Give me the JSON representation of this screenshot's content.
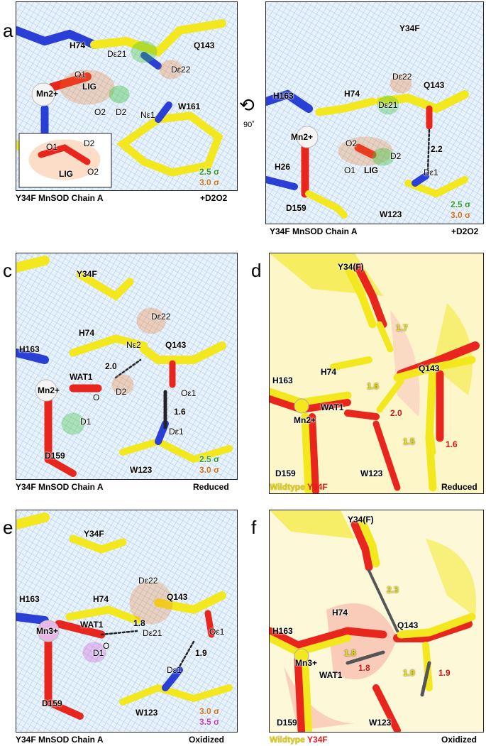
{
  "panels": {
    "a": {
      "letter": "a",
      "labels": {
        "h74": "H74",
        "q143": "Q143",
        "de21": "Dε21",
        "de22": "Dε22",
        "o1": "O1",
        "lig": "LIG",
        "mn": "Mn2+",
        "o2": "O2",
        "d2": "D2",
        "ne1": "Nε1",
        "w161": "W161"
      },
      "inset": {
        "o1": "O1",
        "d2": "D2",
        "lig": "LIG",
        "o2": "O2"
      },
      "sigma": [
        "2.5 σ",
        "3.0 σ"
      ],
      "caption_left": "Y34F MnSOD Chain A",
      "caption_right": "+D2O2"
    },
    "b": {
      "letter": "b",
      "rotation": "90˚",
      "labels": {
        "y34f": "Y34F",
        "h163": "H163",
        "h74": "H74",
        "q143": "Q143",
        "de22": "Dε22",
        "de21": "Dε21",
        "mn": "Mn2+",
        "o2": "O2",
        "d2": "D2",
        "o1": "O1",
        "lig": "LIG",
        "dist": "2.2",
        "de1": "Dε1",
        "h26": "H26",
        "d159": "D159",
        "w123": "W123"
      },
      "sigma": [
        "2.5 σ",
        "3.0 σ"
      ],
      "caption_left": "Y34F MnSOD Chain A",
      "caption_right": "+D2O2"
    },
    "c": {
      "letter": "c",
      "labels": {
        "y34f": "Y34F",
        "de22": "Dε22",
        "h74": "H74",
        "ne2": "Nε2",
        "q143": "Q143",
        "h163": "H163",
        "wat1": "WAT1",
        "d2_dist": "2.0",
        "mn": "Mn2+",
        "o": "O",
        "d2": "D2",
        "oe1": "Oε1",
        "d1": "D1",
        "dist2": "1.6",
        "de1": "Dε1",
        "d159": "D159",
        "w123": "W123"
      },
      "sigma": [
        "2.5 σ",
        "3.0 σ"
      ],
      "caption_left": "Y34F MnSOD Chain A",
      "caption_right": "Reduced"
    },
    "d": {
      "letter": "d",
      "labels": {
        "y34": "Y34(F)",
        "q143": "Q143",
        "h74": "H74",
        "h163": "H163",
        "wat1": "WAT1",
        "mn": "Mn2+",
        "d159": "D159",
        "w123": "W123"
      },
      "distances": {
        "wt_top": "1.7",
        "wt_mid": "1.6",
        "y_mid": "2.0",
        "wt_bot": "1.5",
        "y_bot": "1.6"
      },
      "caption_wt": "Wildtype",
      "caption_y": "Y34F",
      "caption_right": "Reduced"
    },
    "e": {
      "letter": "e",
      "labels": {
        "y34f": "Y34F",
        "de22": "Dε22",
        "h163": "H163",
        "h74": "H74",
        "q143": "Q143",
        "wat1": "WAT1",
        "dist1": "1.8",
        "mn": "Mn3+",
        "o": "O",
        "de21": "Dε21",
        "oe1": "Oε1",
        "d1": "D1",
        "dist2": "1.9",
        "de1": "Dε1",
        "d159": "D159",
        "w123": "W123"
      },
      "sigma": [
        "3.0 σ",
        "3.5 σ"
      ],
      "caption_left": "Y34F MnSOD Chain A",
      "caption_right": "Oxidized"
    },
    "f": {
      "letter": "f",
      "labels": {
        "y34": "Y34(F)",
        "h74": "H74",
        "q143": "Q143",
        "h163": "H163",
        "mn": "Mn3+",
        "wat1": "WAT1",
        "d159": "D159",
        "w123": "W123"
      },
      "distances": {
        "wt_top": "2.3",
        "wt_mid": "1.8",
        "y_mid": "1.8",
        "wt_bot": "1.9",
        "y_bot": "1.9"
      },
      "caption_wt": "Wildtype",
      "caption_y": "Y34F",
      "caption_right": "Oxidized"
    }
  },
  "colors": {
    "mesh": "#8fc1ea",
    "yellow": "#f2e81d",
    "red": "#e8261d",
    "blue": "#2a3fd6",
    "green": "#3cc43c",
    "orange": "#f07a28",
    "magenta": "#d04ad0"
  }
}
